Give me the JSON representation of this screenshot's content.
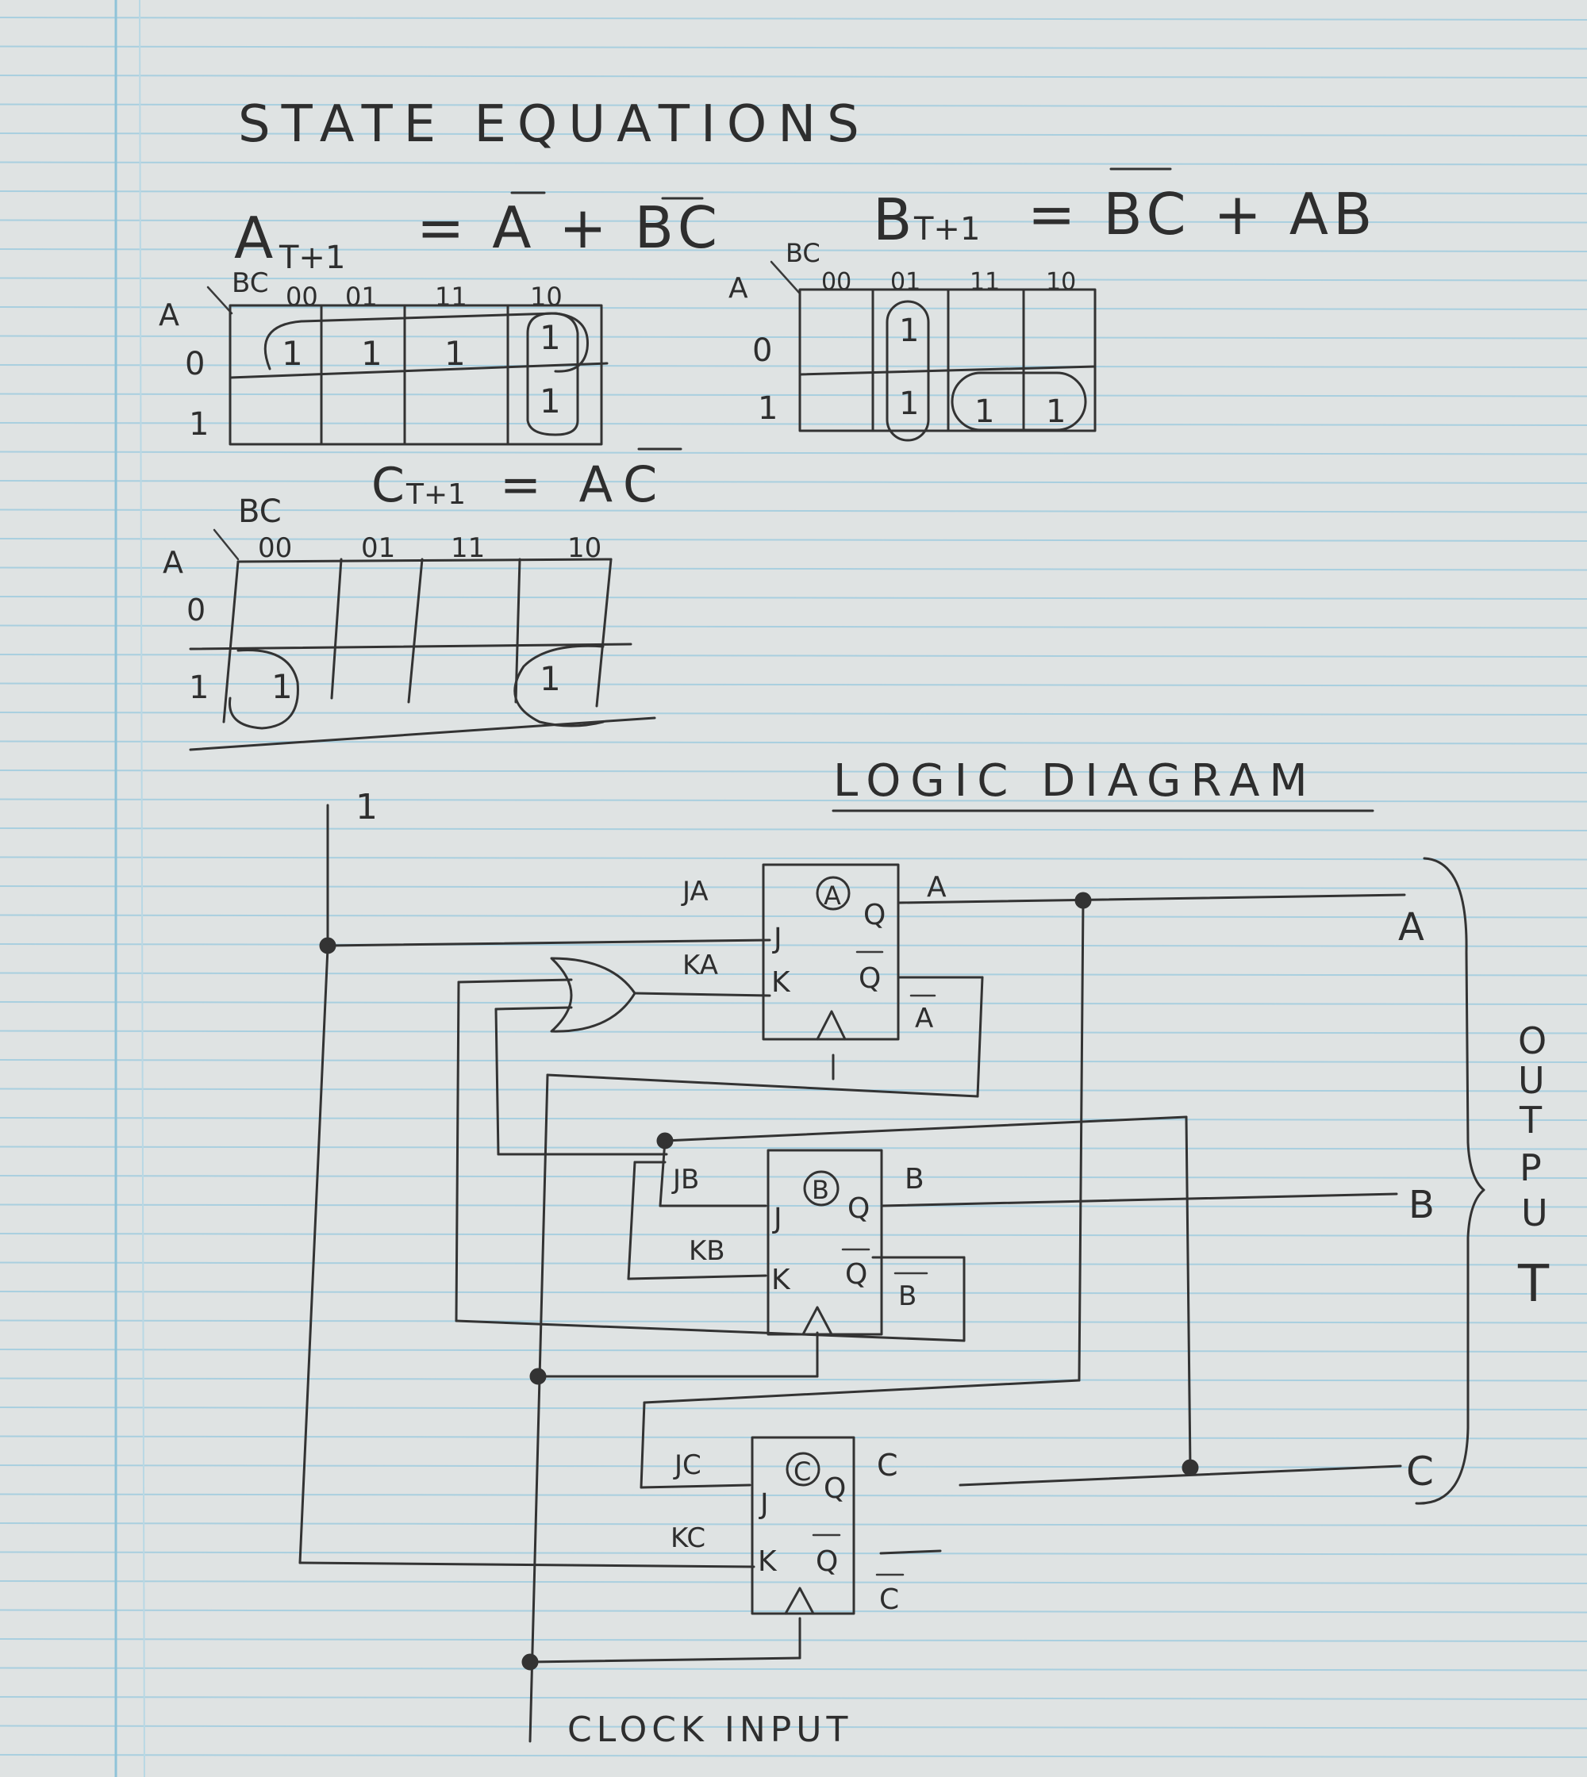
{
  "headings": {
    "state_equations": "STATE EQUATIONS",
    "logic_diagram": "LOGIC DIAGRAM",
    "clock_input": "CLOCK INPUT",
    "output": [
      "O",
      "U",
      "T",
      "P",
      "U",
      "T"
    ]
  },
  "equations": {
    "a": {
      "lhs": "A",
      "sub": "T+1",
      "rhs": "= A + BC"
    },
    "b": {
      "lhs": "B",
      "sub": "T+1",
      "rhs": "= BC + AB"
    },
    "c": {
      "lhs": "C",
      "sub": "T+1",
      "rhs": "= AC"
    }
  },
  "kmaps": {
    "a": {
      "row_var": "A",
      "col_var": "BC",
      "cols": [
        "00",
        "01",
        "11",
        "10"
      ],
      "rows": [
        "0",
        "1"
      ],
      "cells": [
        [
          "1",
          "1",
          "1",
          "1"
        ],
        [
          "",
          "",
          "",
          "1"
        ]
      ]
    },
    "b": {
      "row_var": "A",
      "col_var": "BC",
      "cols": [
        "00",
        "01",
        "11",
        "10"
      ],
      "rows": [
        "0",
        "1"
      ],
      "cells": [
        [
          "",
          "1",
          "",
          ""
        ],
        [
          "",
          "1",
          "1",
          "1"
        ]
      ]
    },
    "c": {
      "row_var": "A",
      "col_var": "BC",
      "cols": [
        "00",
        "01",
        "11",
        "10"
      ],
      "rows": [
        "0",
        "1"
      ],
      "cells": [
        [
          "",
          "",
          "",
          ""
        ],
        [
          "1",
          "",
          "",
          "1"
        ]
      ]
    }
  },
  "circuit": {
    "constant_one": "1",
    "flipflops": [
      {
        "name": "A",
        "j_in": "JA",
        "k_in": "KA",
        "j": "J",
        "k": "K",
        "q": "Q",
        "qbar": "Q",
        "q_out": "A",
        "qbar_out": "A"
      },
      {
        "name": "B",
        "j_in": "JB",
        "k_in": "KB",
        "j": "J",
        "k": "K",
        "q": "Q",
        "qbar": "Q",
        "q_out": "B",
        "qbar_out": "B"
      },
      {
        "name": "C",
        "j_in": "JC",
        "k_in": "KC",
        "j": "J",
        "k": "K",
        "q": "Q",
        "qbar": "Q",
        "q_out": "C",
        "qbar_out": "C"
      }
    ],
    "outputs": [
      "A",
      "B",
      "C"
    ]
  }
}
